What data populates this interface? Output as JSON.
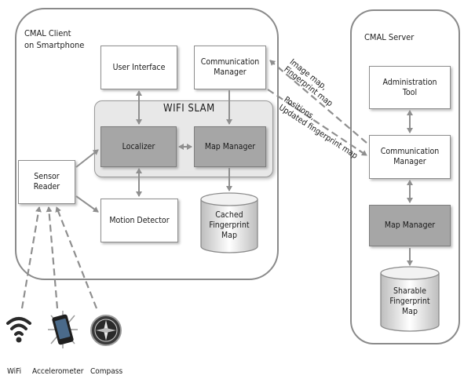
{
  "client": {
    "title": "CMAL Client\non Smartphone",
    "user_interface": "User Interface",
    "communication_manager": "Communication\nManager",
    "wifi_slam": "WIFI SLAM",
    "localizer": "Localizer",
    "map_manager": "Map Manager",
    "sensor_reader": "Sensor\nReader",
    "motion_detector": "Motion Detector",
    "cached_map": "Cached\nFingerprint\nMap"
  },
  "server": {
    "title": "CMAL Server",
    "administration_tool": "Administration\nTool",
    "communication_manager": "Communication\nManager",
    "map_manager": "Map Manager",
    "sharable_map": "Sharable\nFingerprint\nMap"
  },
  "flows": {
    "downlink": "Image map,\nFingerprint map",
    "uplink": "Positions,\nUpdated fingerprint map"
  },
  "sensors": {
    "wifi": "WiFi",
    "accelerometer": "Accelerometer",
    "compass": "Compass"
  },
  "icons": [
    "wifi-icon",
    "accelerometer-icon",
    "compass-icon"
  ],
  "colors": {
    "box_dark": "#a6a6a6",
    "slam_panel": "#e8e8e8",
    "arrow_gray": "#8f8f8f"
  }
}
